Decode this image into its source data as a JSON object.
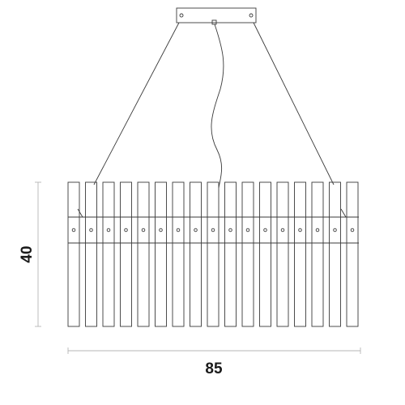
{
  "drawing": {
    "width_label": "85",
    "height_label": "40",
    "rod_count": 17
  },
  "colors": {
    "line": "#3a3a3a",
    "dimension": "#b5b5b5",
    "label": "#1a1a1a"
  }
}
